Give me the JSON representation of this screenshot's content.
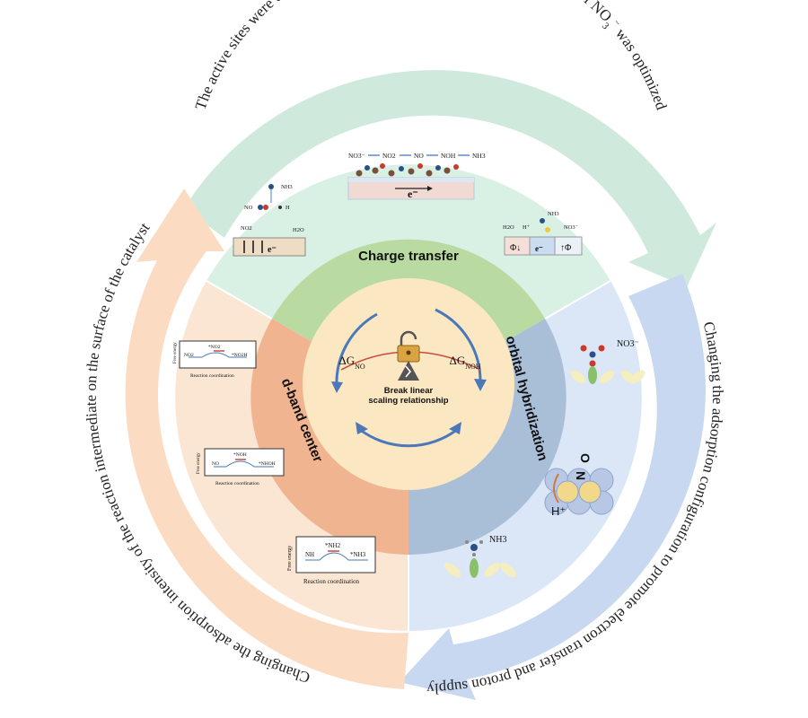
{
  "outer_ring": {
    "top_text": "The active sites were enriched or depleted of electrons, and the adsorption of NO",
    "top_sub": "3",
    "top_sup": "−",
    "top_end": " was optimized",
    "right_text": "Changing the adsorption configuration to promote electron transfer and proton supply",
    "left_text": "Changing the adsorption intensity of the reaction intermediate on the surface of the catalyst"
  },
  "sectors": {
    "top": "Charge transfer",
    "left": "d-band center",
    "right": "orbital hybridization"
  },
  "center": {
    "dg_left": "ΔG",
    "dg_left_sub": "NO",
    "dg_right": "ΔG",
    "dg_right_sub": "NOH",
    "label_line1": "Break linear",
    "label_line2": "scaling relationship"
  },
  "charge_transfer": {
    "pathway": [
      "NO3⁻",
      "NO2",
      "NO",
      "NOH",
      "NH3"
    ],
    "electron": "e⁻",
    "left_labels": {
      "nh3": "NH3",
      "no": "NO",
      "h": "H",
      "no2": "NO2",
      "h2o": "H2O",
      "e": "e⁻"
    },
    "right_labels": {
      "h2o": "H2O",
      "hplus": "H⁺",
      "nh3": "NH3",
      "no3": "NO3⁻",
      "phi_left": "Φ↓",
      "e": "e⁻",
      "phi_right": "↑Φ"
    }
  },
  "dband_plots": [
    {
      "ylabel": "Free energy",
      "xlabel": "Reaction coordination",
      "left": "NO2",
      "mid": "*NO2",
      "right": "*NO2H"
    },
    {
      "ylabel": "Free energy",
      "xlabel": "Reaction coordination",
      "left": "NO",
      "mid": "*NOH",
      "right": "*NHOH"
    },
    {
      "ylabel": "Free energy",
      "xlabel": "Reaction coordination",
      "left": "NH",
      "mid": "*NH2",
      "right": "*NH3"
    }
  ],
  "orbital": {
    "no3": "NO3⁻",
    "n_label": "N",
    "o_label": "O",
    "hplus": "H⁺",
    "nh3": "NH3"
  },
  "colors": {
    "outer_top": "#cfe9dc",
    "outer_right": "#c7d8f0",
    "outer_left": "#fbdcc2",
    "sector_top": "#d9f0e4",
    "sector_right": "#dbe6f7",
    "sector_left": "#fbe6d3",
    "inner_top": "#b9dba2",
    "inner_right": "#a9bfd8",
    "inner_left": "#f0b590",
    "center": "#fce7c3",
    "arrow_blue": "#4a78b8"
  }
}
